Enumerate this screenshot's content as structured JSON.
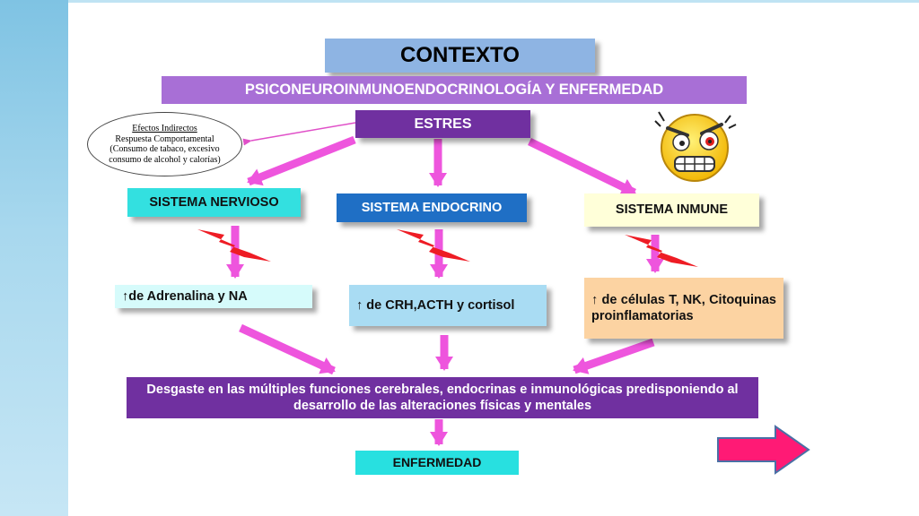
{
  "title": "CONTEXTO",
  "subtitle": "PSICONEUROINMUNOENDOCRINOLOGÍA Y ENFERMEDAD",
  "estres": "ESTRES",
  "efectos": {
    "heading": "Efectos Indirectos",
    "line1": "Respuesta Comportamental",
    "line2": "(Consumo de tabaco, excesivo",
    "line3": "consumo de alcohol y calorías)"
  },
  "systems": {
    "nervioso": "SISTEMA NERVIOSO",
    "endocrino": "SISTEMA ENDOCRINO",
    "inmune": "SISTEMA INMUNE"
  },
  "results": {
    "nervioso": "↑de Adrenalina y NA",
    "endocrino": "↑ de CRH,ACTH y cortisol",
    "inmune": "↑ de células T, NK, Citoquinas proinflamatorias"
  },
  "desgaste": "Desgaste en las múltiples funciones cerebrales, endocrinas e inmunológicas predisponiendo al desarrollo de las alteraciones físicas y mentales",
  "enfermedad": "ENFERMEDAD",
  "icons": {
    "face": "stressed-face-icon",
    "bolt": "lightning-bolt-icon",
    "next": "next-arrow-icon"
  },
  "colors": {
    "title_bg": "#8eb4e3",
    "subtitle_bg": "#a86fd6",
    "estres_bg": "#7030a0",
    "arrow": "#ee55dd",
    "bolt": "#ee1c24",
    "next_arrow": "#ff1a75"
  }
}
